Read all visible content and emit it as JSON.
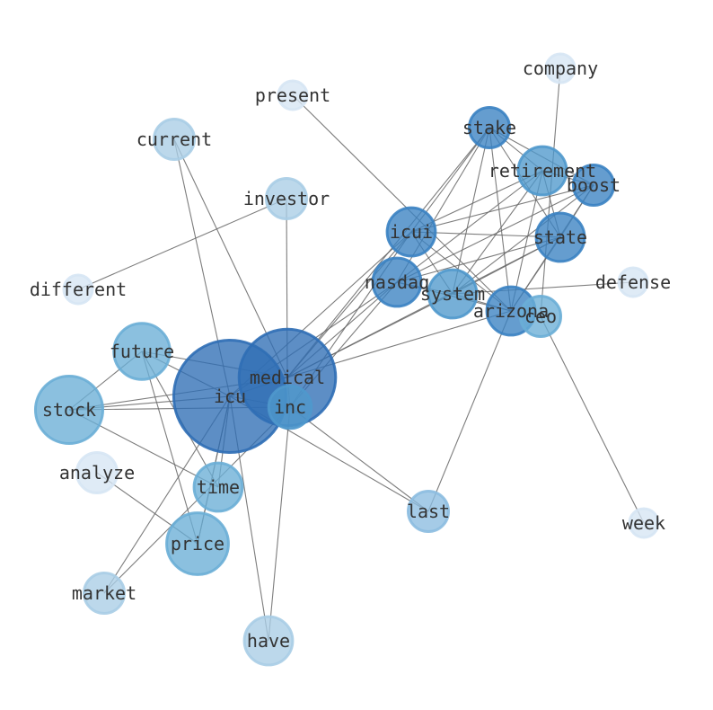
{
  "graph": {
    "nodes": [
      {
        "id": "icu",
        "label": "icu",
        "weight": 1.0,
        "color": "#2f6eb5"
      },
      {
        "id": "medical",
        "label": "medical",
        "weight": 0.86,
        "color": "#2f6eb5"
      },
      {
        "id": "stock",
        "label": "stock",
        "weight": 0.6,
        "color": "#6aaed6"
      },
      {
        "id": "price",
        "label": "price",
        "weight": 0.55,
        "color": "#6aaed6"
      },
      {
        "id": "future",
        "label": "future",
        "weight": 0.5,
        "color": "#6aaed6"
      },
      {
        "id": "time",
        "label": "time",
        "weight": 0.43,
        "color": "#6aaed6"
      },
      {
        "id": "inc",
        "label": "inc",
        "weight": 0.38,
        "color": "#4f98cc"
      },
      {
        "id": "have",
        "label": "have",
        "weight": 0.43,
        "color": "#a9cde6"
      },
      {
        "id": "last",
        "label": "last",
        "weight": 0.36,
        "color": "#8cbde0"
      },
      {
        "id": "market",
        "label": "market",
        "weight": 0.36,
        "color": "#a9cde6"
      },
      {
        "id": "analyze",
        "label": "analyze",
        "weight": 0.36,
        "color": "#d6e6f4"
      },
      {
        "id": "current",
        "label": "current",
        "weight": 0.36,
        "color": "#a9cde6"
      },
      {
        "id": "investor",
        "label": "investor",
        "weight": 0.36,
        "color": "#a9cde6"
      },
      {
        "id": "different",
        "label": "different",
        "weight": 0.25,
        "color": "#d6e6f4"
      },
      {
        "id": "present",
        "label": "present",
        "weight": 0.25,
        "color": "#d6e6f4"
      },
      {
        "id": "company",
        "label": "company",
        "weight": 0.25,
        "color": "#d6e6f4"
      },
      {
        "id": "defense",
        "label": "defense",
        "weight": 0.25,
        "color": "#d6e6f4"
      },
      {
        "id": "week",
        "label": "week",
        "weight": 0.25,
        "color": "#d6e6f4"
      },
      {
        "id": "icui",
        "label": "icui",
        "weight": 0.43,
        "color": "#3a82c2"
      },
      {
        "id": "nasdaq",
        "label": "nasdaq",
        "weight": 0.43,
        "color": "#3a82c2"
      },
      {
        "id": "system",
        "label": "system",
        "weight": 0.43,
        "color": "#4f98cc"
      },
      {
        "id": "arizona",
        "label": "arizona",
        "weight": 0.43,
        "color": "#3a82c2"
      },
      {
        "id": "ceo",
        "label": "ceo",
        "weight": 0.36,
        "color": "#6aaed6"
      },
      {
        "id": "state",
        "label": "state",
        "weight": 0.43,
        "color": "#3a82c2"
      },
      {
        "id": "boost",
        "label": "boost",
        "weight": 0.36,
        "color": "#3a82c2"
      },
      {
        "id": "retirement",
        "label": "retirement",
        "weight": 0.43,
        "color": "#4f98cc"
      },
      {
        "id": "stake",
        "label": "stake",
        "weight": 0.36,
        "color": "#3a82c2"
      }
    ],
    "edges": [
      [
        "icu",
        "medical"
      ],
      [
        "icu",
        "inc"
      ],
      [
        "icu",
        "stock"
      ],
      [
        "icu",
        "future"
      ],
      [
        "icu",
        "time"
      ],
      [
        "icu",
        "price"
      ],
      [
        "icu",
        "market"
      ],
      [
        "icu",
        "have"
      ],
      [
        "icu",
        "current"
      ],
      [
        "icu",
        "last"
      ],
      [
        "icu",
        "icui"
      ],
      [
        "icu",
        "nasdaq"
      ],
      [
        "medical",
        "inc"
      ],
      [
        "medical",
        "stock"
      ],
      [
        "medical",
        "future"
      ],
      [
        "medical",
        "current"
      ],
      [
        "medical",
        "investor"
      ],
      [
        "medical",
        "icui"
      ],
      [
        "medical",
        "nasdaq"
      ],
      [
        "medical",
        "system"
      ],
      [
        "medical",
        "arizona"
      ],
      [
        "medical",
        "state"
      ],
      [
        "medical",
        "stake"
      ],
      [
        "inc",
        "have"
      ],
      [
        "inc",
        "market"
      ],
      [
        "inc",
        "last"
      ],
      [
        "inc",
        "icui"
      ],
      [
        "inc",
        "nasdaq"
      ],
      [
        "inc",
        "stock"
      ],
      [
        "stock",
        "future"
      ],
      [
        "stock",
        "time"
      ],
      [
        "future",
        "time"
      ],
      [
        "future",
        "price"
      ],
      [
        "price",
        "analyze"
      ],
      [
        "price",
        "icu"
      ],
      [
        "investor",
        "different"
      ],
      [
        "present",
        "arizona"
      ],
      [
        "company",
        "ceo"
      ],
      [
        "last",
        "arizona"
      ],
      [
        "ceo",
        "week"
      ],
      [
        "system",
        "defense"
      ],
      [
        "icui",
        "stake"
      ],
      [
        "icui",
        "retirement"
      ],
      [
        "icui",
        "boost"
      ],
      [
        "icui",
        "state"
      ],
      [
        "icui",
        "system"
      ],
      [
        "icui",
        "arizona"
      ],
      [
        "nasdaq",
        "stake"
      ],
      [
        "nasdaq",
        "retirement"
      ],
      [
        "nasdaq",
        "boost"
      ],
      [
        "nasdaq",
        "state"
      ],
      [
        "nasdaq",
        "system"
      ],
      [
        "nasdaq",
        "arizona"
      ],
      [
        "system",
        "stake"
      ],
      [
        "system",
        "retirement"
      ],
      [
        "system",
        "boost"
      ],
      [
        "system",
        "state"
      ],
      [
        "system",
        "arizona"
      ],
      [
        "arizona",
        "stake"
      ],
      [
        "arizona",
        "retirement"
      ],
      [
        "arizona",
        "boost"
      ],
      [
        "arizona",
        "state"
      ],
      [
        "stake",
        "retirement"
      ],
      [
        "stake",
        "boost"
      ],
      [
        "stake",
        "state"
      ],
      [
        "retirement",
        "boost"
      ],
      [
        "retirement",
        "state"
      ],
      [
        "boost",
        "state"
      ]
    ]
  }
}
